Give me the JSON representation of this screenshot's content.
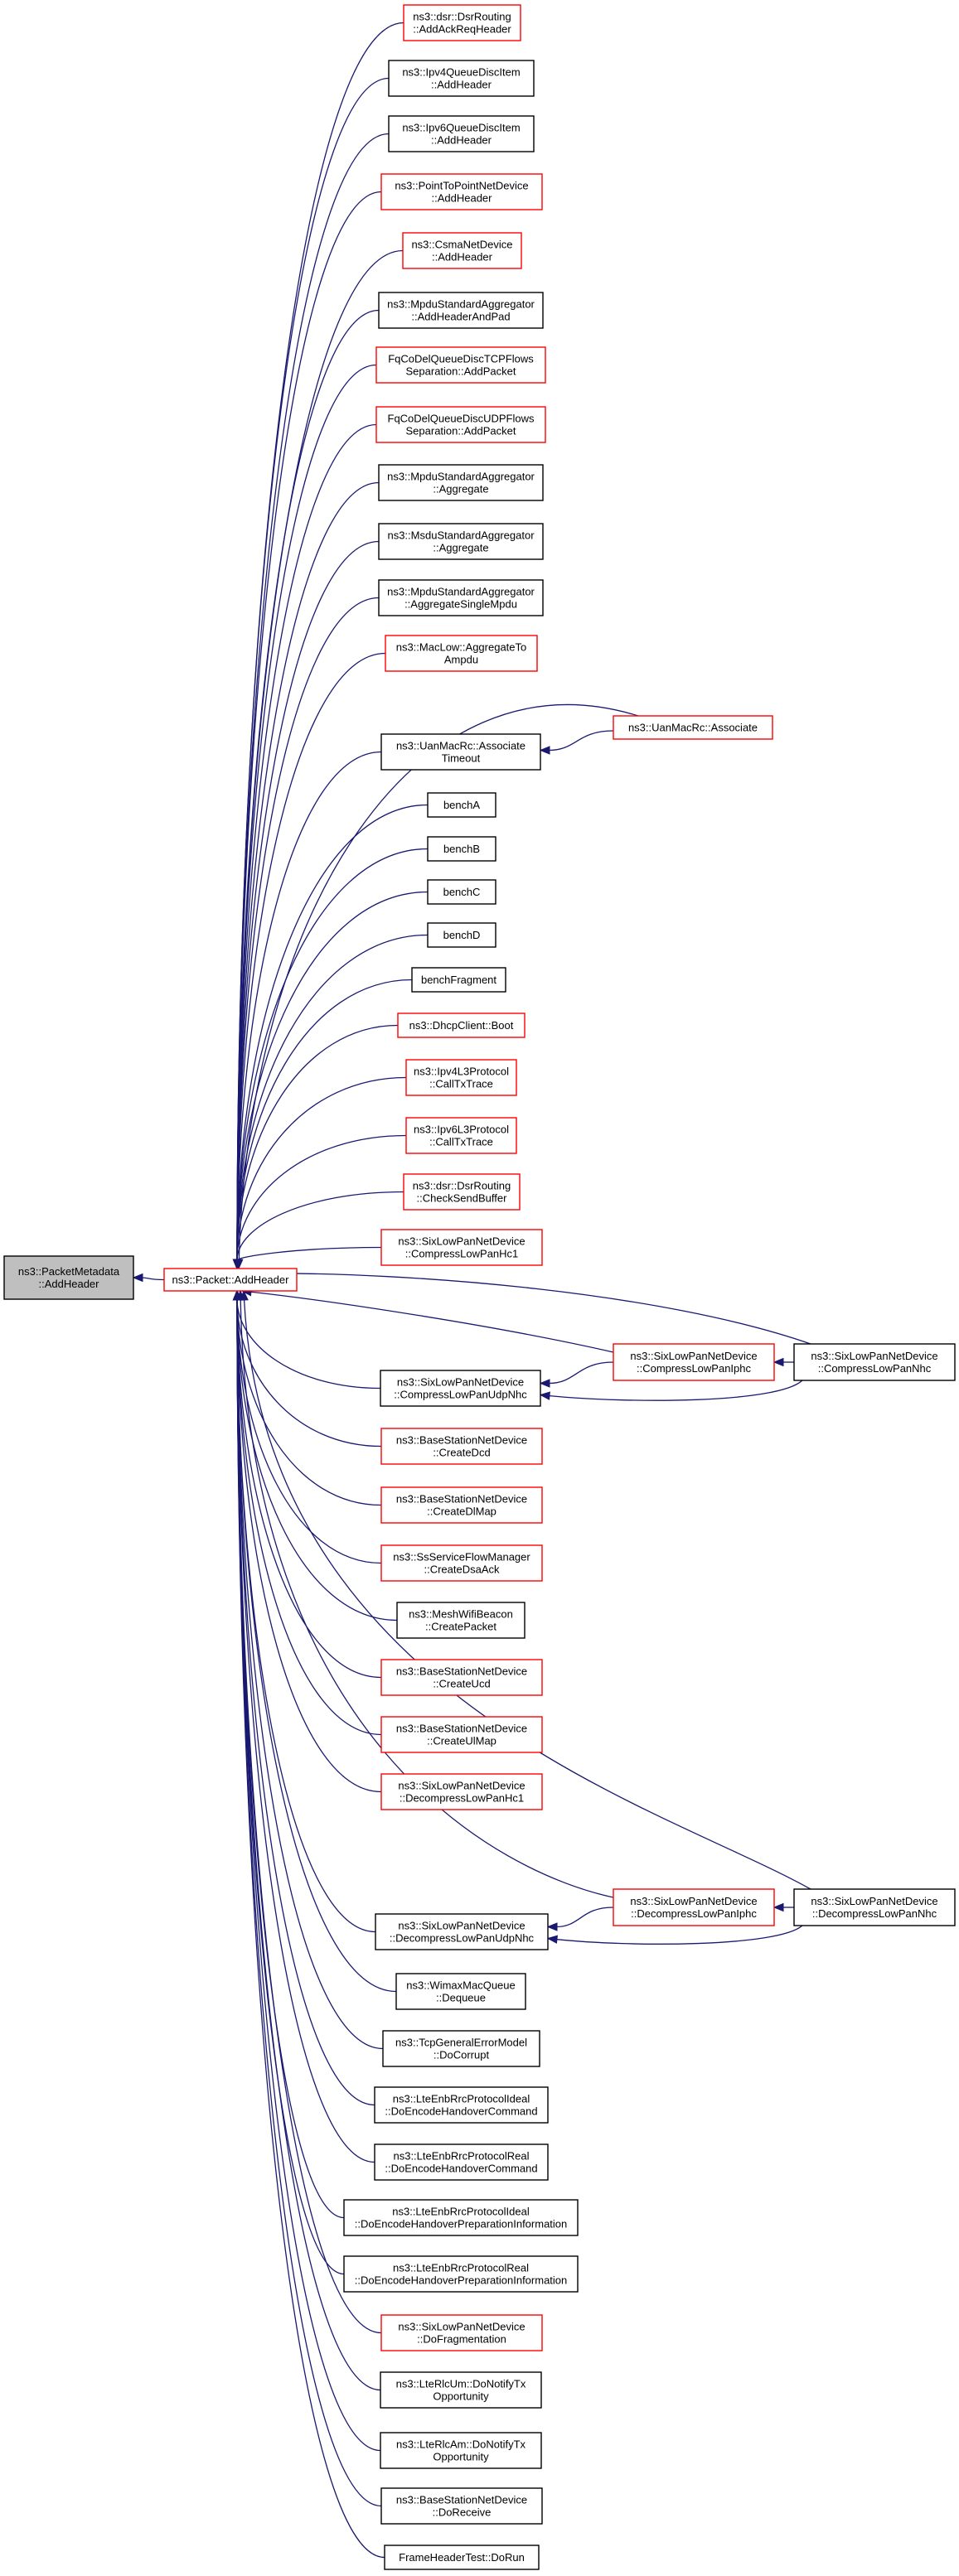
{
  "graph": {
    "colors": {
      "edge": "#191970",
      "border_normal": "#000000",
      "border_truncated": "#ff0000",
      "root_fill": "#bfbfbf",
      "node_fill": "#ffffff"
    },
    "root": {
      "id": "packetmetadata-addheader",
      "lines": [
        "ns3::PacketMetadata",
        "::AddHeader"
      ]
    },
    "center": {
      "id": "packet-addheader",
      "lines": [
        "ns3::Packet::AddHeader"
      ],
      "truncated": true
    },
    "callers": [
      {
        "id": "dsrrouting-addackreqheader",
        "lines": [
          "ns3::dsr::DsrRouting",
          "::AddAckReqHeader"
        ],
        "truncated": true
      },
      {
        "id": "ipv4queuedisc-addheader",
        "lines": [
          "ns3::Ipv4QueueDiscItem",
          "::AddHeader"
        ],
        "truncated": false
      },
      {
        "id": "ipv6queuedisc-addheader",
        "lines": [
          "ns3::Ipv6QueueDiscItem",
          "::AddHeader"
        ],
        "truncated": false
      },
      {
        "id": "p2p-addheader",
        "lines": [
          "ns3::PointToPointNetDevice",
          "::AddHeader"
        ],
        "truncated": true
      },
      {
        "id": "csma-addheader",
        "lines": [
          "ns3::CsmaNetDevice",
          "::AddHeader"
        ],
        "truncated": true
      },
      {
        "id": "mpdu-addheaderandpad",
        "lines": [
          "ns3::MpduStandardAggregator",
          "::AddHeaderAndPad"
        ],
        "truncated": false
      },
      {
        "id": "fqcodel-tcp-addpacket",
        "lines": [
          "FqCoDelQueueDiscTCPFlows",
          "Separation::AddPacket"
        ],
        "truncated": true
      },
      {
        "id": "fqcodel-udp-addpacket",
        "lines": [
          "FqCoDelQueueDiscUDPFlows",
          "Separation::AddPacket"
        ],
        "truncated": true
      },
      {
        "id": "mpdu-aggregate",
        "lines": [
          "ns3::MpduStandardAggregator",
          "::Aggregate"
        ],
        "truncated": false
      },
      {
        "id": "msdu-aggregate",
        "lines": [
          "ns3::MsduStandardAggregator",
          "::Aggregate"
        ],
        "truncated": false
      },
      {
        "id": "mpdu-aggregatesinglempdu",
        "lines": [
          "ns3::MpduStandardAggregator",
          "::AggregateSingleMpdu"
        ],
        "truncated": false
      },
      {
        "id": "maclow-aggregatetoampdu",
        "lines": [
          "ns3::MacLow::AggregateTo",
          "Ampdu"
        ],
        "truncated": true
      },
      {
        "id": "uanmacrc-associatetimeout",
        "lines": [
          "ns3::UanMacRc::Associate",
          "Timeout"
        ],
        "truncated": false
      },
      {
        "id": "bencha",
        "lines": [
          "benchA"
        ],
        "truncated": false
      },
      {
        "id": "benchb",
        "lines": [
          "benchB"
        ],
        "truncated": false
      },
      {
        "id": "benchc",
        "lines": [
          "benchC"
        ],
        "truncated": false
      },
      {
        "id": "benchd",
        "lines": [
          "benchD"
        ],
        "truncated": false
      },
      {
        "id": "benchfragment",
        "lines": [
          "benchFragment"
        ],
        "truncated": false
      },
      {
        "id": "dhcpclient-boot",
        "lines": [
          "ns3::DhcpClient::Boot"
        ],
        "truncated": true
      },
      {
        "id": "ipv4l3-calltxtrace",
        "lines": [
          "ns3::Ipv4L3Protocol",
          "::CallTxTrace"
        ],
        "truncated": true
      },
      {
        "id": "ipv6l3-calltxtrace",
        "lines": [
          "ns3::Ipv6L3Protocol",
          "::CallTxTrace"
        ],
        "truncated": true
      },
      {
        "id": "dsrrouting-checksendbuffer",
        "lines": [
          "ns3::dsr::DsrRouting",
          "::CheckSendBuffer"
        ],
        "truncated": true
      },
      {
        "id": "sixlowpan-compresslowpanhc1",
        "lines": [
          "ns3::SixLowPanNetDevice",
          "::CompressLowPanHc1"
        ],
        "truncated": true
      },
      {
        "id": "sixlowpan-compresslowpanudpnhc",
        "lines": [
          "ns3::SixLowPanNetDevice",
          "::CompressLowPanUdpNhc"
        ],
        "truncated": false
      },
      {
        "id": "bsnetdevice-createdcd",
        "lines": [
          "ns3::BaseStationNetDevice",
          "::CreateDcd"
        ],
        "truncated": true
      },
      {
        "id": "bsnetdevice-createdlmap",
        "lines": [
          "ns3::BaseStationNetDevice",
          "::CreateDlMap"
        ],
        "truncated": true
      },
      {
        "id": "ssserviceflow-createdsaack",
        "lines": [
          "ns3::SsServiceFlowManager",
          "::CreateDsaAck"
        ],
        "truncated": true
      },
      {
        "id": "meshwifibeacon-createpacket",
        "lines": [
          "ns3::MeshWifiBeacon",
          "::CreatePacket"
        ],
        "truncated": false
      },
      {
        "id": "bsnetdevice-createucd",
        "lines": [
          "ns3::BaseStationNetDevice",
          "::CreateUcd"
        ],
        "truncated": true
      },
      {
        "id": "bsnetdevice-createulmap",
        "lines": [
          "ns3::BaseStationNetDevice",
          "::CreateUlMap"
        ],
        "truncated": true
      },
      {
        "id": "sixlowpan-decompresslowpanhc1",
        "lines": [
          "ns3::SixLowPanNetDevice",
          "::DecompressLowPanHc1"
        ],
        "truncated": true
      },
      {
        "id": "sixlowpan-decompresslowpanudpnhc",
        "lines": [
          "ns3::SixLowPanNetDevice",
          "::DecompressLowPanUdpNhc"
        ],
        "truncated": false
      },
      {
        "id": "wimaxmacqueue-dequeue",
        "lines": [
          "ns3::WimaxMacQueue",
          "::Dequeue"
        ],
        "truncated": false
      },
      {
        "id": "tcpgeneralerrormodel-docorrupt",
        "lines": [
          "ns3::TcpGeneralErrorModel",
          "::DoCorrupt"
        ],
        "truncated": false
      },
      {
        "id": "lteenbrrcideal-doencodehandovercommand",
        "lines": [
          "ns3::LteEnbRrcProtocolIdeal",
          "::DoEncodeHandoverCommand"
        ],
        "truncated": false
      },
      {
        "id": "lteenbrrcreal-doencodehandovercommand",
        "lines": [
          "ns3::LteEnbRrcProtocolReal",
          "::DoEncodeHandoverCommand"
        ],
        "truncated": false
      },
      {
        "id": "lteenbrrcideal-doencodehandoverprep",
        "lines": [
          "ns3::LteEnbRrcProtocolIdeal",
          "::DoEncodeHandoverPreparationInformation"
        ],
        "truncated": false
      },
      {
        "id": "lteenbrrcreal-doencodehandoverprep",
        "lines": [
          "ns3::LteEnbRrcProtocolReal",
          "::DoEncodeHandoverPreparationInformation"
        ],
        "truncated": false
      },
      {
        "id": "sixlowpan-dofragmentation",
        "lines": [
          "ns3::SixLowPanNetDevice",
          "::DoFragmentation"
        ],
        "truncated": true
      },
      {
        "id": "lterlcum-donotifytxopportunity",
        "lines": [
          "ns3::LteRlcUm::DoNotifyTx",
          "Opportunity"
        ],
        "truncated": false
      },
      {
        "id": "lterlcam-donotifytxopportunity",
        "lines": [
          "ns3::LteRlcAm::DoNotifyTx",
          "Opportunity"
        ],
        "truncated": false
      },
      {
        "id": "bsnetdevice-doreceive",
        "lines": [
          "ns3::BaseStationNetDevice",
          "::DoReceive"
        ],
        "truncated": false
      },
      {
        "id": "frameheadertest-dorun",
        "lines": [
          "FrameHeaderTest::DoRun"
        ],
        "truncated": false
      }
    ],
    "secondary": [
      {
        "id": "uanmacrc-associate",
        "lines": [
          "ns3::UanMacRc::Associate"
        ],
        "truncated": true
      },
      {
        "id": "sixlowpan-compresslowpaniphc",
        "lines": [
          "ns3::SixLowPanNetDevice",
          "::CompressLowPanIphc"
        ],
        "truncated": true
      },
      {
        "id": "sixlowpan-compresslowpannhc",
        "lines": [
          "ns3::SixLowPanNetDevice",
          "::CompressLowPanNhc"
        ],
        "truncated": false
      },
      {
        "id": "sixlowpan-decompresslowpaniphc",
        "lines": [
          "ns3::SixLowPanNetDevice",
          "::DecompressLowPanIphc"
        ],
        "truncated": true
      },
      {
        "id": "sixlowpan-decompresslowpannhc",
        "lines": [
          "ns3::SixLowPanNetDevice",
          "::DecompressLowPanNhc"
        ],
        "truncated": false
      }
    ]
  }
}
